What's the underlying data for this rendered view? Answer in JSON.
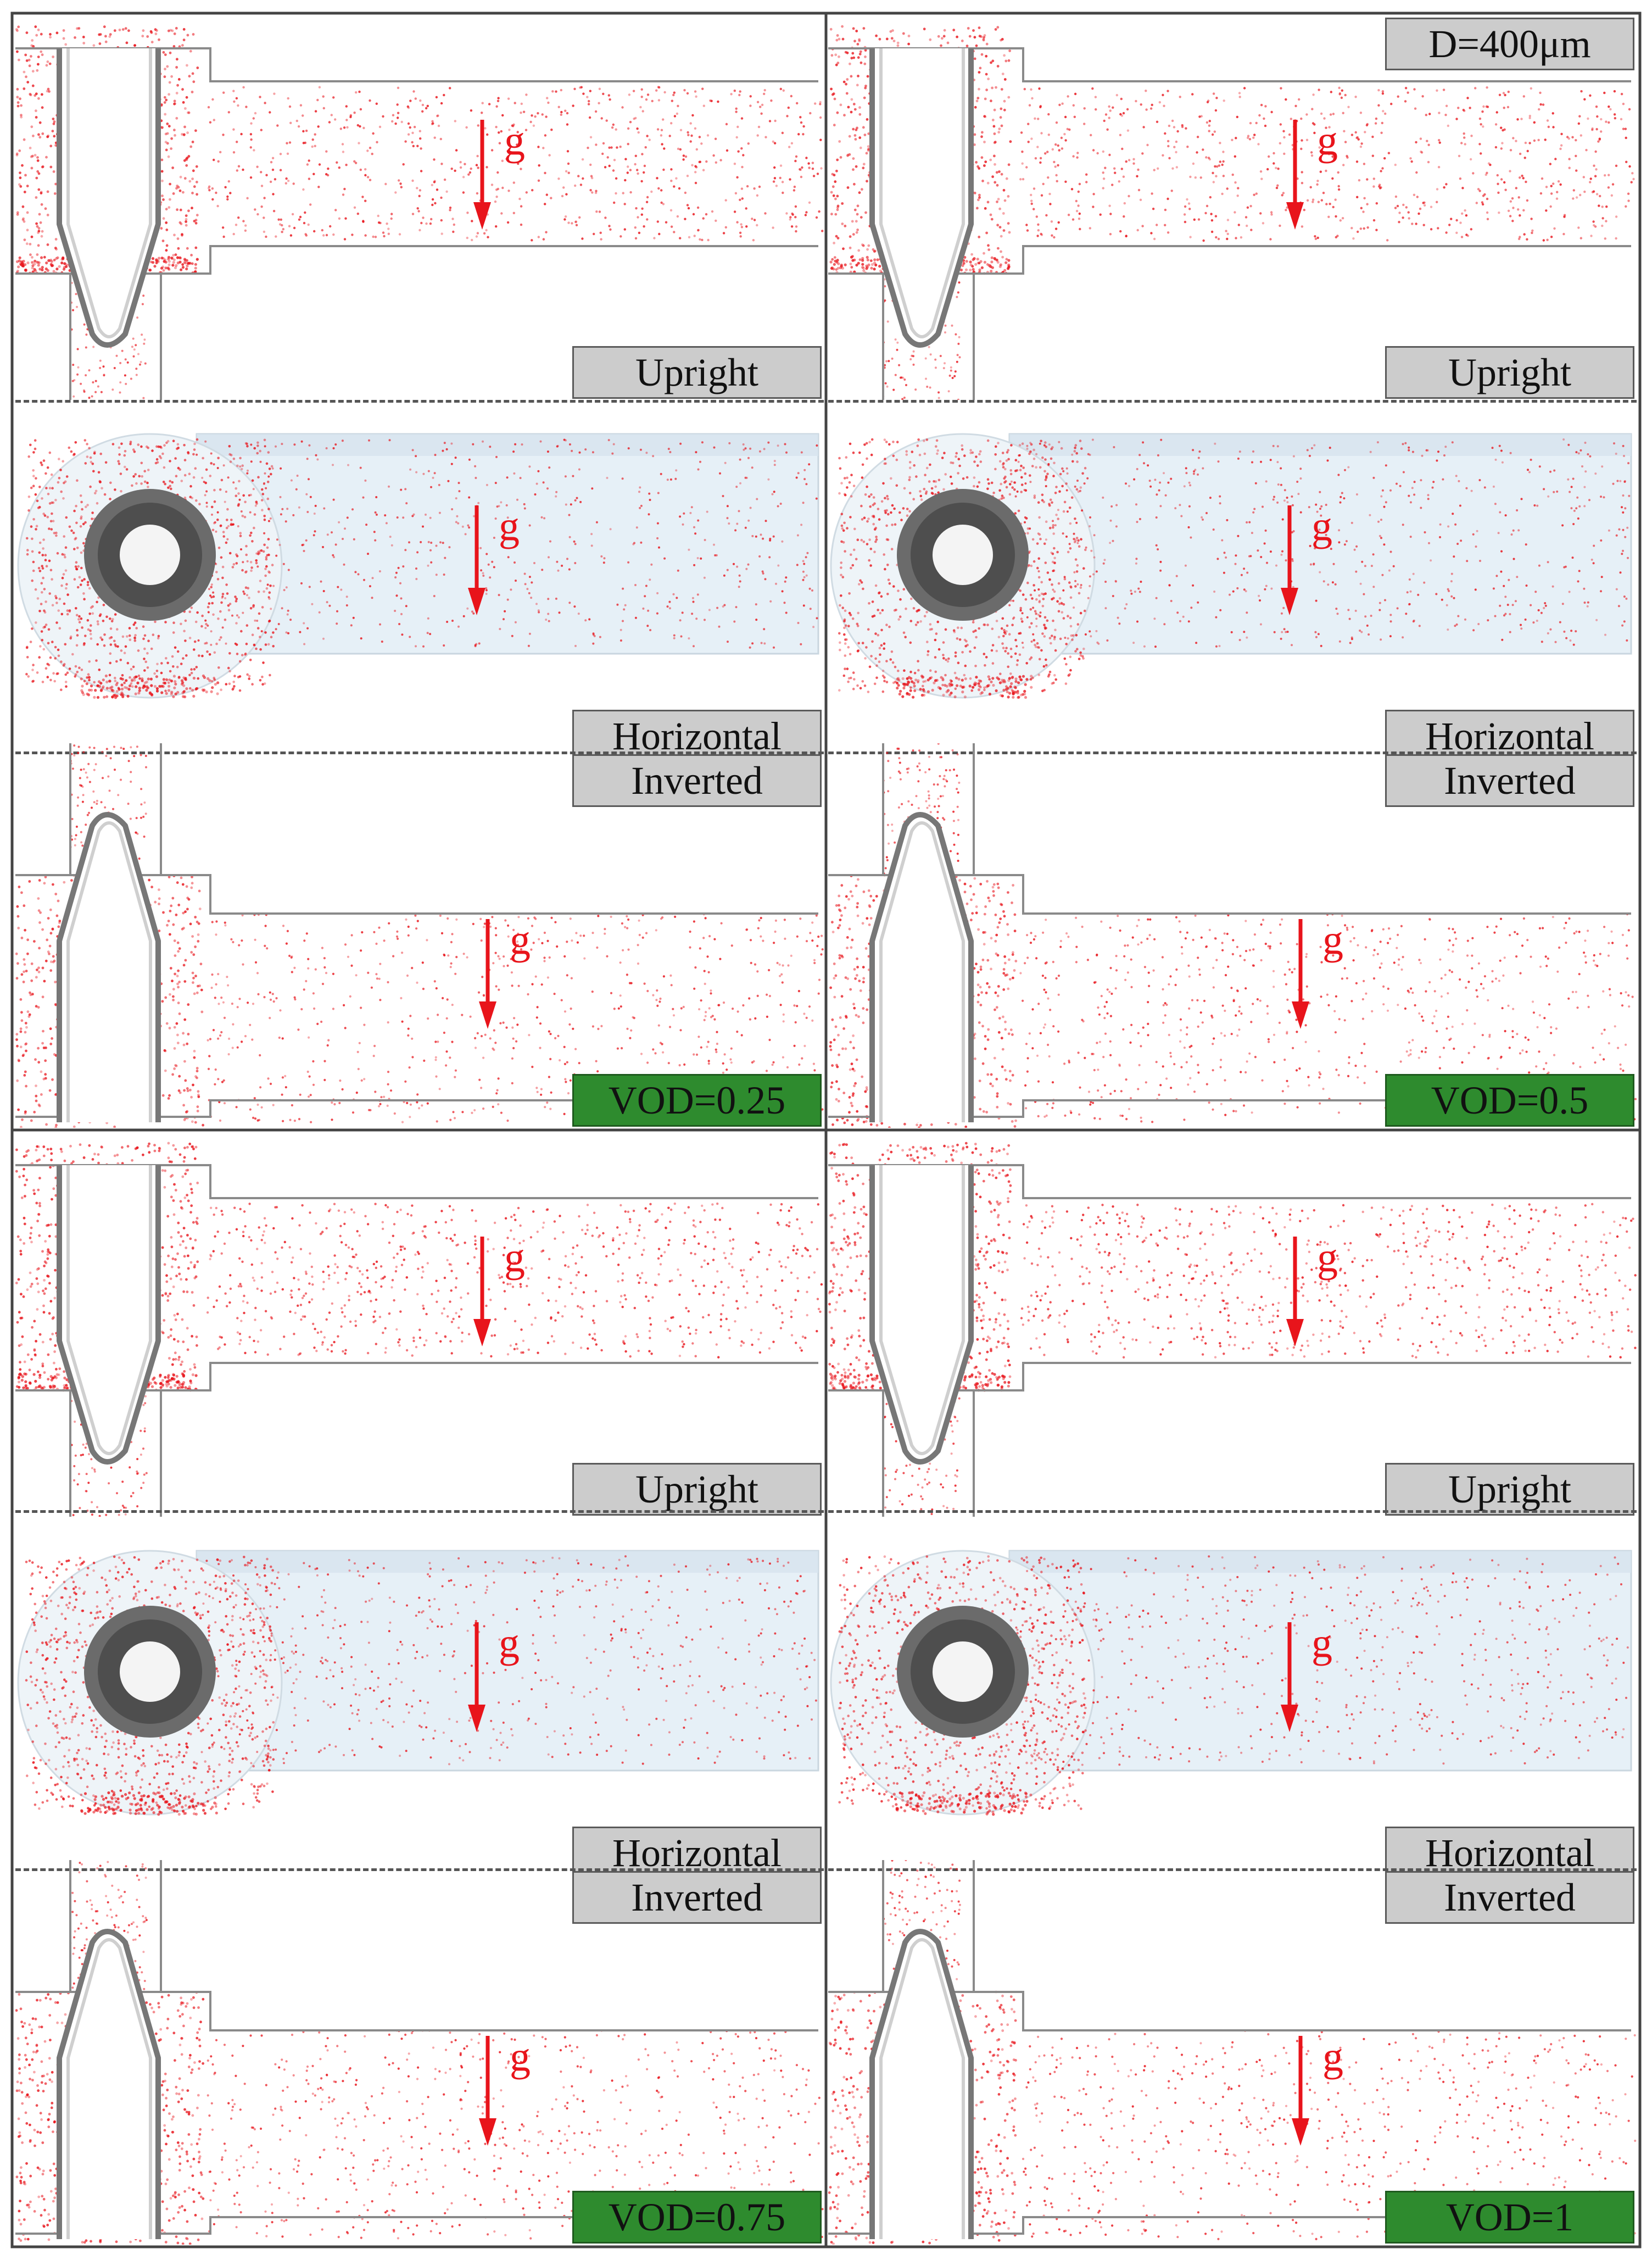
{
  "figure": {
    "size_label": "D=400μm",
    "gravity_symbol": "g",
    "colors": {
      "particle": "#e8141b",
      "wall": "#8a8a8a",
      "tag_bg": "#cccccc",
      "vod_tag_bg": "#2e8b2e",
      "tube_fill": "#e6f0f7"
    },
    "cells": [
      {
        "vod_label": "VOD=0.25",
        "orientations": [
          "Upright",
          "Horizontal",
          "Inverted"
        ]
      },
      {
        "vod_label": "VOD=0.5",
        "orientations": [
          "Upright",
          "Horizontal",
          "Inverted"
        ]
      },
      {
        "vod_label": "VOD=0.75",
        "orientations": [
          "Upright",
          "Horizontal",
          "Inverted"
        ]
      },
      {
        "vod_label": "VOD=1",
        "orientations": [
          "Upright",
          "Horizontal",
          "Inverted"
        ]
      }
    ]
  }
}
